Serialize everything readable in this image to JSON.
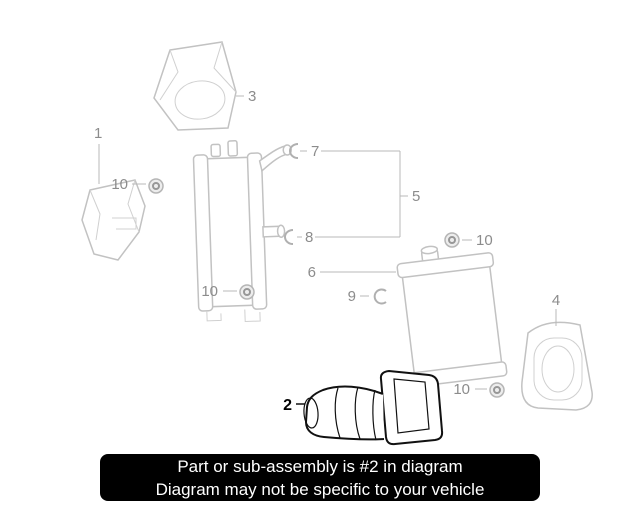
{
  "diagram": {
    "callouts": {
      "n1": "1",
      "n2": "2",
      "n3": "3",
      "n4": "4",
      "n5": "5",
      "n6": "6",
      "n7": "7",
      "n8": "8",
      "n9": "9",
      "n10_left": "10",
      "n10_mid": "10",
      "n10_right": "10",
      "n10_lower": "10"
    },
    "highlighted_part": "2"
  },
  "banner": {
    "line1": "Part or sub-assembly is #2 in diagram",
    "line2": "Diagram may not be specific to your vehicle"
  },
  "colors": {
    "muted_part": "#c2c2c2",
    "highlight_part": "#111111",
    "callout_text": "#8c8c8c",
    "banner_bg": "#000000",
    "banner_text": "#ffffff"
  }
}
